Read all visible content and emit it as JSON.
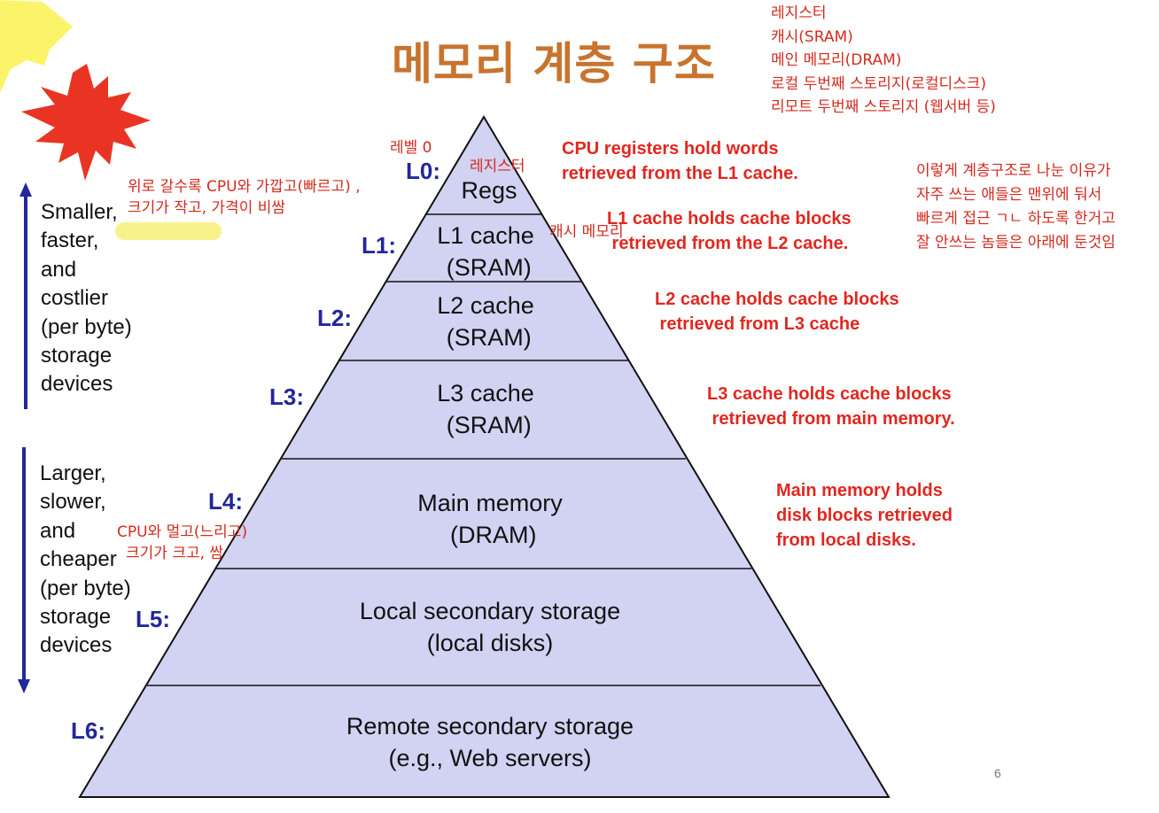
{
  "title": "메모리 계층 구조",
  "hierarchy_list": [
    "레지스터",
    "캐시(SRAM)",
    "메인 메모리(DRAM)",
    "로컬 두번째 스토리지(로컬디스크)",
    "리모트 두번째 스토리지 (웹서버 등)"
  ],
  "top_side_text": "Smaller,\nfaster,\nand\ncostlier\n(per byte)\nstorage\ndevices",
  "bottom_side_text": "Larger,\nslower,\nand\ncheaper\n(per byte)\nstorage\ndevices",
  "levels": [
    {
      "label": "L0:",
      "tier": "Regs"
    },
    {
      "label": "L1:",
      "tier": "L1 cache\n (SRAM)"
    },
    {
      "label": "L2:",
      "tier": "L2 cache\n (SRAM)"
    },
    {
      "label": "L3:",
      "tier": "L3 cache\n (SRAM)"
    },
    {
      "label": "L4:",
      "tier": "Main memory\n (DRAM)"
    },
    {
      "label": "L5:",
      "tier": "Local secondary storage\n(local disks)"
    },
    {
      "label": "L6:",
      "tier": "Remote secondary storage\n(e.g., Web servers)"
    }
  ],
  "notes": {
    "l0": "CPU registers hold words\nretrieved from the L1 cache.",
    "l1": "L1 cache holds cache blocks\n retrieved from the L2 cache.",
    "l2": "L2 cache holds cache blocks\n retrieved from L3 cache",
    "l3": "L3 cache holds cache blocks\n retrieved from main memory.",
    "l4": "Main memory holds\ndisk blocks retrieved\nfrom local disks."
  },
  "handwritten": {
    "level0": "레벨 0",
    "registers": "레지스터",
    "cache_memory": "캐시 메모리",
    "top_note_1": "위로 갈수록 CPU와 가깝고(빠르고) ,",
    "top_note_2": "크기가 작고, 가격이 비쌈",
    "bottom_note_1": "CPU와 멀고(느리고)",
    "bottom_note_2": "크기가 크고, 쌈",
    "reason_1": "이렇게 계층구조로 나눈 이유가",
    "reason_2": "자주 쓰는 애들은 맨위에 둬서",
    "reason_3": "빠르게 접근 ㄱㄴ 하도록 한거고",
    "reason_4": "잘 안쓰는 놈들은 아래에 둔것임"
  },
  "page_number": "6",
  "colors": {
    "title": "#c8742e",
    "pyramid_fill": "#d2d2f2",
    "level_label": "#22279a",
    "note_red": "#e2271f",
    "handwriting_red": "#d42a1e",
    "arrow": "#22279a",
    "burst": "#e93423",
    "star": "#fbf35a"
  }
}
